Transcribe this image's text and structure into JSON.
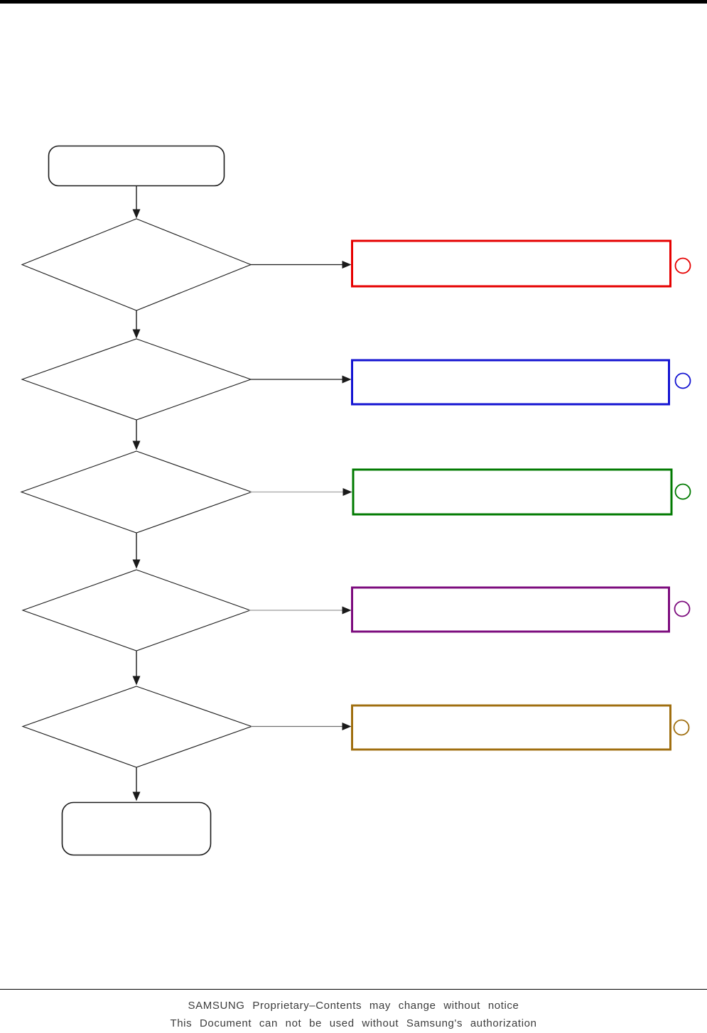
{
  "page": {
    "bg_color": "#ffffff",
    "top_bar_color": "#000000"
  },
  "flowchart": {
    "line_color": "#1a1a1a",
    "start_node": {
      "shape": "rounded-rectangle",
      "text": ""
    },
    "end_node": {
      "shape": "rounded-rectangle",
      "text": ""
    },
    "decisions": [
      {
        "shape": "diamond",
        "text": ""
      },
      {
        "shape": "diamond",
        "text": ""
      },
      {
        "shape": "diamond",
        "text": ""
      },
      {
        "shape": "diamond",
        "text": ""
      },
      {
        "shape": "diamond",
        "text": ""
      }
    ],
    "branches": [
      {
        "box_text": "",
        "box_color": "#e60000",
        "connector_color": "#1a1a1a",
        "marker": "circle-outline"
      },
      {
        "box_text": "",
        "box_color": "#1414d2",
        "connector_color": "#1a1a1a",
        "marker": "circle-outline"
      },
      {
        "box_text": "",
        "box_color": "#007a00",
        "connector_color": "#a2a2a2",
        "marker": "circle-outline"
      },
      {
        "box_text": "",
        "box_color": "#7d0c7e",
        "connector_color": "#9a9a9a",
        "marker": "circle-outline"
      },
      {
        "box_text": "",
        "box_color": "#a06f10",
        "connector_color": "#6f6f6f",
        "marker": "circle-outline"
      }
    ]
  },
  "footer": {
    "rule_color": "#000000",
    "line1": "SAMSUNG Proprietary–Contents may change without notice",
    "line2": "This Document can not be used without Samsung's authorization"
  }
}
